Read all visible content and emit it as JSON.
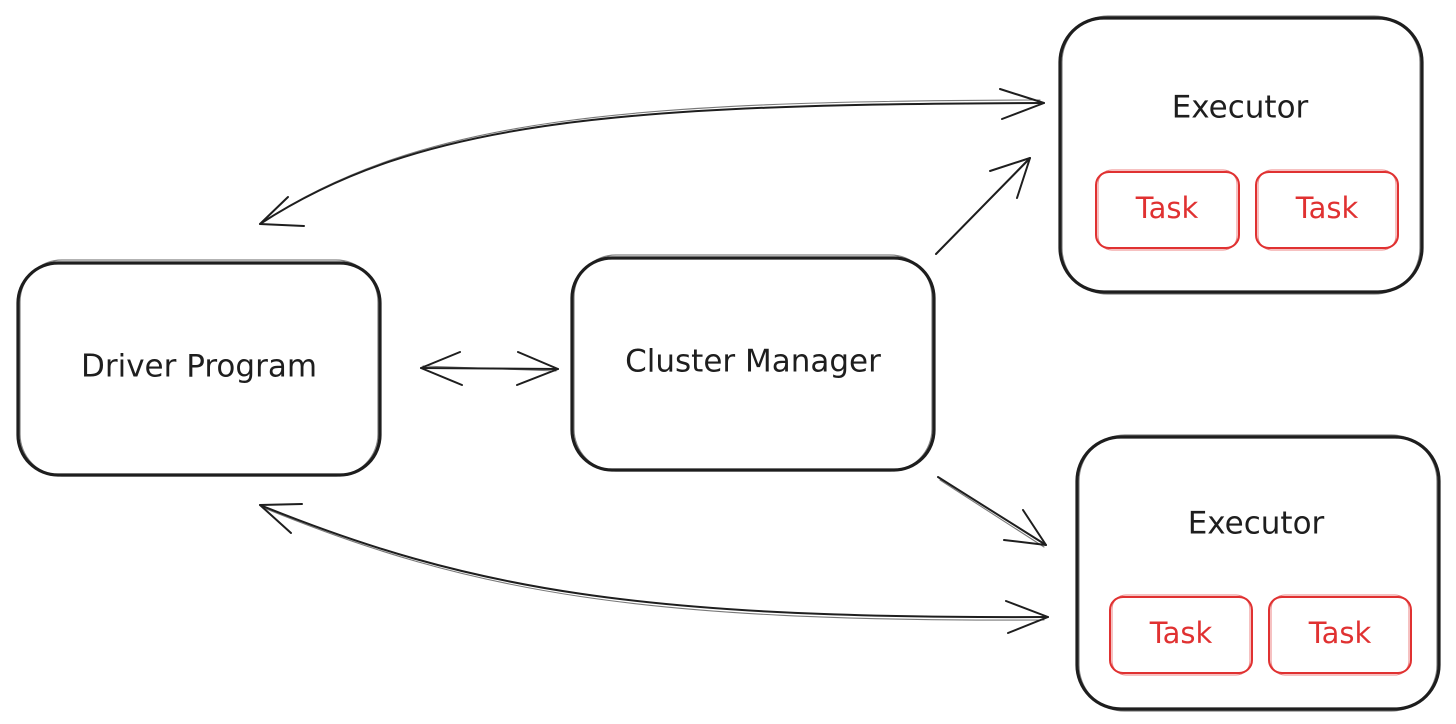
{
  "diagram": {
    "driver": {
      "label": "Driver Program"
    },
    "cluster_manager": {
      "label": "Cluster Manager"
    },
    "executors": [
      {
        "label": "Executor",
        "tasks": [
          "Task",
          "Task"
        ]
      },
      {
        "label": "Executor",
        "tasks": [
          "Task",
          "Task"
        ]
      }
    ],
    "edges": [
      {
        "from": "Driver Program",
        "to": "Cluster Manager",
        "direction": "both"
      },
      {
        "from": "Cluster Manager",
        "to": "Executor 1",
        "direction": "forward"
      },
      {
        "from": "Cluster Manager",
        "to": "Executor 2",
        "direction": "forward"
      },
      {
        "from": "Driver Program",
        "to": "Executor 1",
        "direction": "both"
      },
      {
        "from": "Driver Program",
        "to": "Executor 2",
        "direction": "both"
      }
    ],
    "colors": {
      "stroke": "#1e1e1e",
      "task": "#e03131",
      "background": "#ffffff"
    }
  }
}
